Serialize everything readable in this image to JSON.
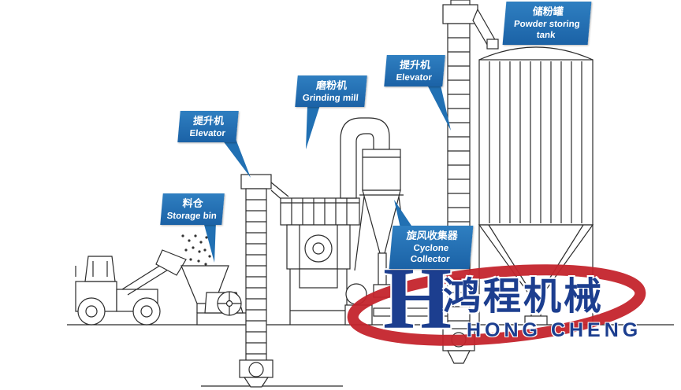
{
  "labels": {
    "storage_bin": {
      "zh": "料仓",
      "en": "Storage bin"
    },
    "elevator_1": {
      "zh": "提升机",
      "en": "Elevator"
    },
    "grinding_mill": {
      "zh": "磨粉机",
      "en": "Grinding mill"
    },
    "cyclone_collector": {
      "zh": "旋风收集器",
      "en": "Cyclone Collector"
    },
    "elevator_2": {
      "zh": "提升机",
      "en": "Elevator"
    },
    "powder_tank": {
      "zh": "储粉罐",
      "en": "Powder storing tank"
    }
  },
  "watermark": {
    "h": "H",
    "zh": "鸿程机械",
    "en": "HONG CHENG"
  },
  "colors": {
    "callout_blue": "#2170B3",
    "line_dark": "#2B2B2B",
    "logo_red": "#C4242C",
    "logo_blue": "#1C3E8F",
    "background": "#FFFFFF"
  }
}
